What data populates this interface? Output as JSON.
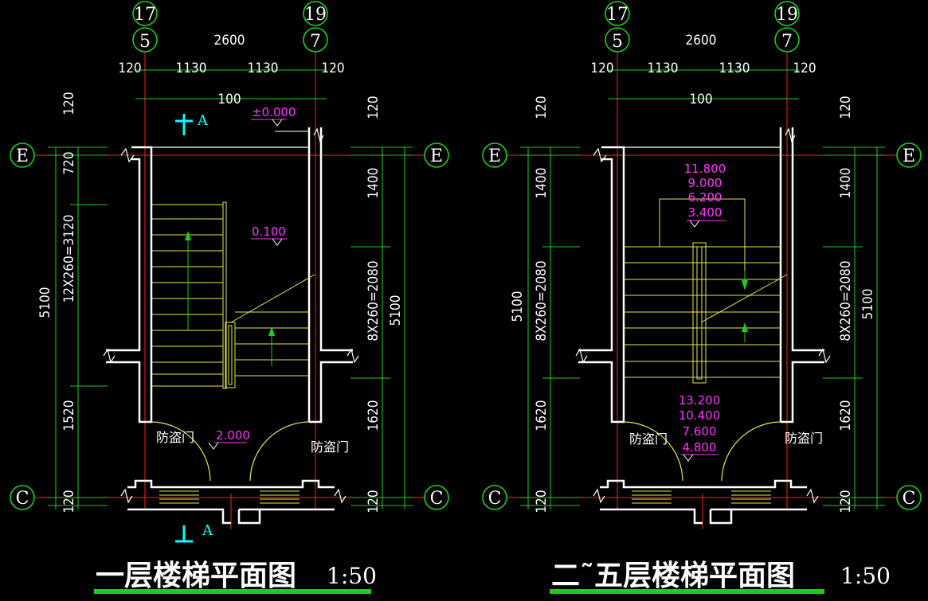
{
  "plans": [
    {
      "title": "一层楼梯平面图",
      "scale": "1:50",
      "axes": {
        "left_top": "17",
        "left_bottom": "5",
        "right_top": "19",
        "right_bottom": "7",
        "row_top": "E",
        "row_bottom": "C"
      },
      "top_dims": {
        "overall": "2600",
        "seg1": "120",
        "seg2": "1130",
        "seg3": "1130",
        "seg4": "120",
        "inner": "100"
      },
      "left_dims": {
        "top": "120",
        "d1": "720",
        "d2": "12X260=3120",
        "d3": "1520",
        "bottom": "120",
        "overall": "5100"
      },
      "right_dims": {
        "top": "120",
        "d1": "1400",
        "d2": "8X260=2080",
        "d3": "1620",
        "bottom": "120",
        "overall": "5100"
      },
      "levels": [
        "±0.000",
        "0.100",
        "2.000"
      ],
      "section_mark": "A",
      "door_label_left": "防盗门",
      "door_label_right": "防盗门"
    },
    {
      "title": "二˜五层楼梯平面图",
      "scale": "1:50",
      "axes": {
        "left_top": "17",
        "left_bottom": "5",
        "right_top": "19",
        "right_bottom": "7",
        "row_top": "E",
        "row_bottom": "C"
      },
      "top_dims": {
        "overall": "2600",
        "seg1": "120",
        "seg2": "1130",
        "seg3": "1130",
        "seg4": "120",
        "inner": "100"
      },
      "left_dims": {
        "top": "120",
        "d1": "1400",
        "d2": "8X260=2080",
        "d3": "1620",
        "bottom": "120",
        "overall": "5100"
      },
      "right_dims": {
        "top": "120",
        "d1": "1400",
        "d2": "8X260=2080",
        "d3": "1620",
        "bottom": "120",
        "overall": "5100"
      },
      "levels_upper": [
        "11.800",
        "9.000",
        "6.200",
        "3.400"
      ],
      "levels_lower": [
        "13.200",
        "10.400",
        "7.600",
        "4.800"
      ],
      "door_label_left": "防盗门",
      "door_label_right": "防盗门"
    }
  ],
  "colors": {
    "background": "#000000",
    "axis_bubble": "#19d019",
    "axis_line": "#ff2020",
    "wall": "#ffffff",
    "stair": "#e6e64a",
    "dimension": "#19d019",
    "level_text": "#ff33ff",
    "section_mark": "#00ffff",
    "title_underline": "#19d019"
  }
}
